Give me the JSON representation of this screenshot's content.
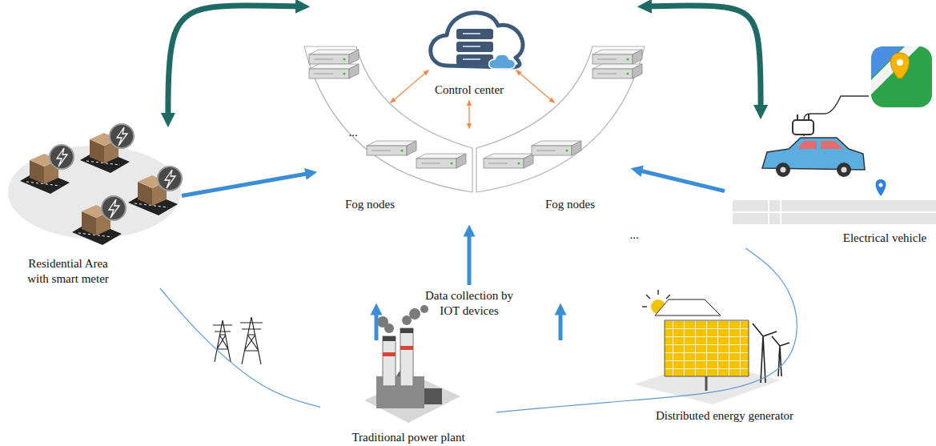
{
  "diagram": {
    "nodes": [
      {
        "text": [
          "Control center"
        ]
      },
      {
        "text": [
          "Fog nodes"
        ]
      },
      {
        "text": [
          "Fog nodes"
        ]
      },
      {
        "text": [
          "Residential Area with smart meter"
        ]
      },
      {
        "text": [
          "Electrical vehicle"
        ]
      },
      {
        "text": [
          "Traditional power plant"
        ]
      },
      {
        "text": [
          "Distributed energy generator"
        ]
      }
    ],
    "edges": [
      {
        "from": 3,
        "to": 1,
        "arrow": "to"
      },
      {
        "from": 4,
        "to": 2,
        "arrow": "to"
      },
      {
        "from": 1,
        "to": 3,
        "arrow": "both"
      },
      {
        "from": 2,
        "to": 4,
        "arrow": "both"
      },
      {
        "from": 0,
        "to": 1,
        "arrow": "both"
      },
      {
        "from": 0,
        "to": 2,
        "arrow": "both"
      },
      {
        "from": 5,
        "to": 3,
        "arrow": "none"
      },
      {
        "from": 5,
        "to": 4,
        "arrow": "none"
      }
    ],
    "labels": [
      "...",
      "...",
      "Data collection by IOT devices"
    ]
  }
}
